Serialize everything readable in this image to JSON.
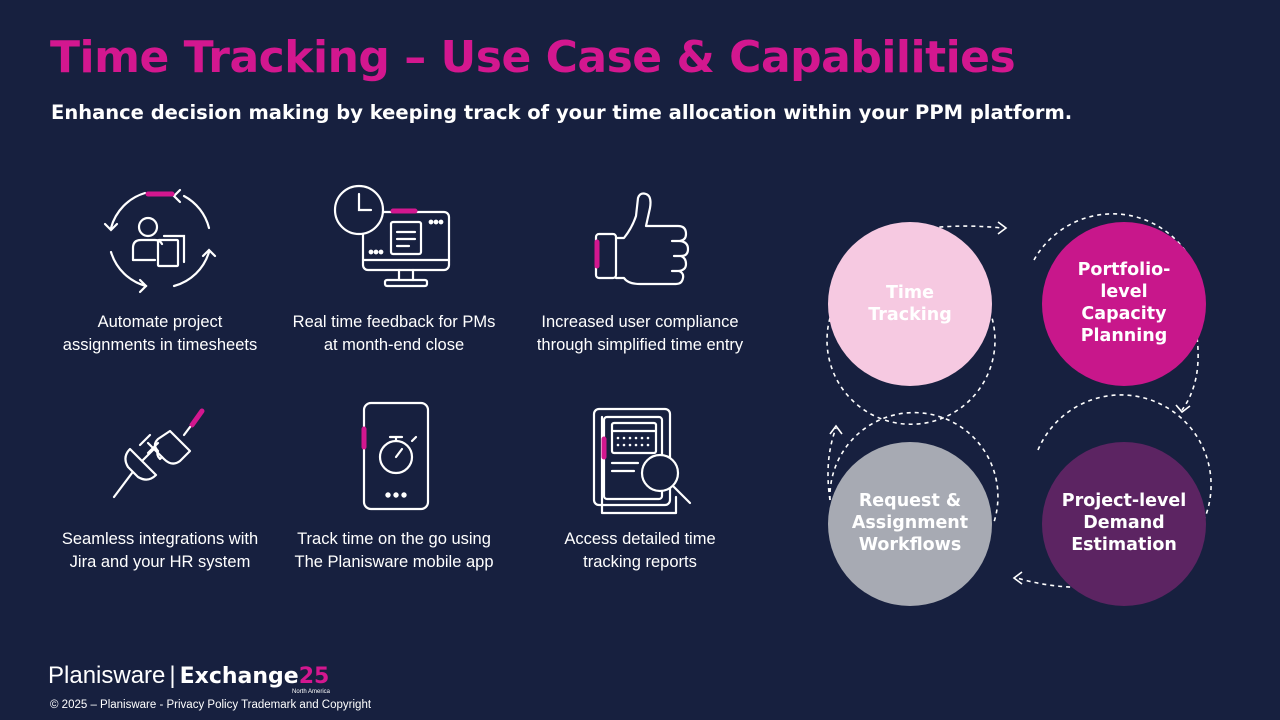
{
  "header": {
    "title": "Time Tracking – Use Case & Capabilities",
    "subtitle": "Enhance decision making by keeping track of your time allocation within your PPM platform."
  },
  "capabilities": [
    {
      "icon": "user-documents-cycle-icon",
      "line1": "Automate project",
      "line2": "assignments in timesheets"
    },
    {
      "icon": "clock-monitor-icon",
      "line1": "Real time feedback for PMs",
      "line2": "at month-end close"
    },
    {
      "icon": "thumbs-up-icon",
      "line1": "Increased user compliance",
      "line2": "through simplified time entry"
    },
    {
      "icon": "plug-connector-icon",
      "line1": "Seamless integrations with",
      "line2": "Jira and your HR system"
    },
    {
      "icon": "mobile-stopwatch-icon",
      "line1": "Track time on the go using",
      "line2": "The Planisware mobile app"
    },
    {
      "icon": "report-magnifier-icon",
      "line1": "Access detailed time",
      "line2": "tracking reports"
    }
  ],
  "cycle": {
    "steps": [
      {
        "line1": "Time",
        "line2": "Tracking",
        "color": "#f6c9e1"
      },
      {
        "line1": "Portfolio-",
        "line2": "level",
        "line3": "Capacity",
        "line4": "Planning",
        "color": "#c8178b"
      },
      {
        "line1": "Project-level",
        "line2": "Demand",
        "line3": "Estimation",
        "color": "#5c2462"
      },
      {
        "line1": "Request &",
        "line2": "Assignment",
        "line3": "Workflows",
        "color": "#a7aab3"
      }
    ]
  },
  "footer": {
    "brand": "Planisware",
    "separator": "|",
    "event": "Exchange",
    "event_year": "25",
    "region": "North America",
    "copyright": "© 2025 – Planisware - Privacy Policy Trademark and Copyright"
  },
  "colors": {
    "background": "#17203f",
    "accent": "#d3178f",
    "icon_stroke": "#ffffff"
  }
}
